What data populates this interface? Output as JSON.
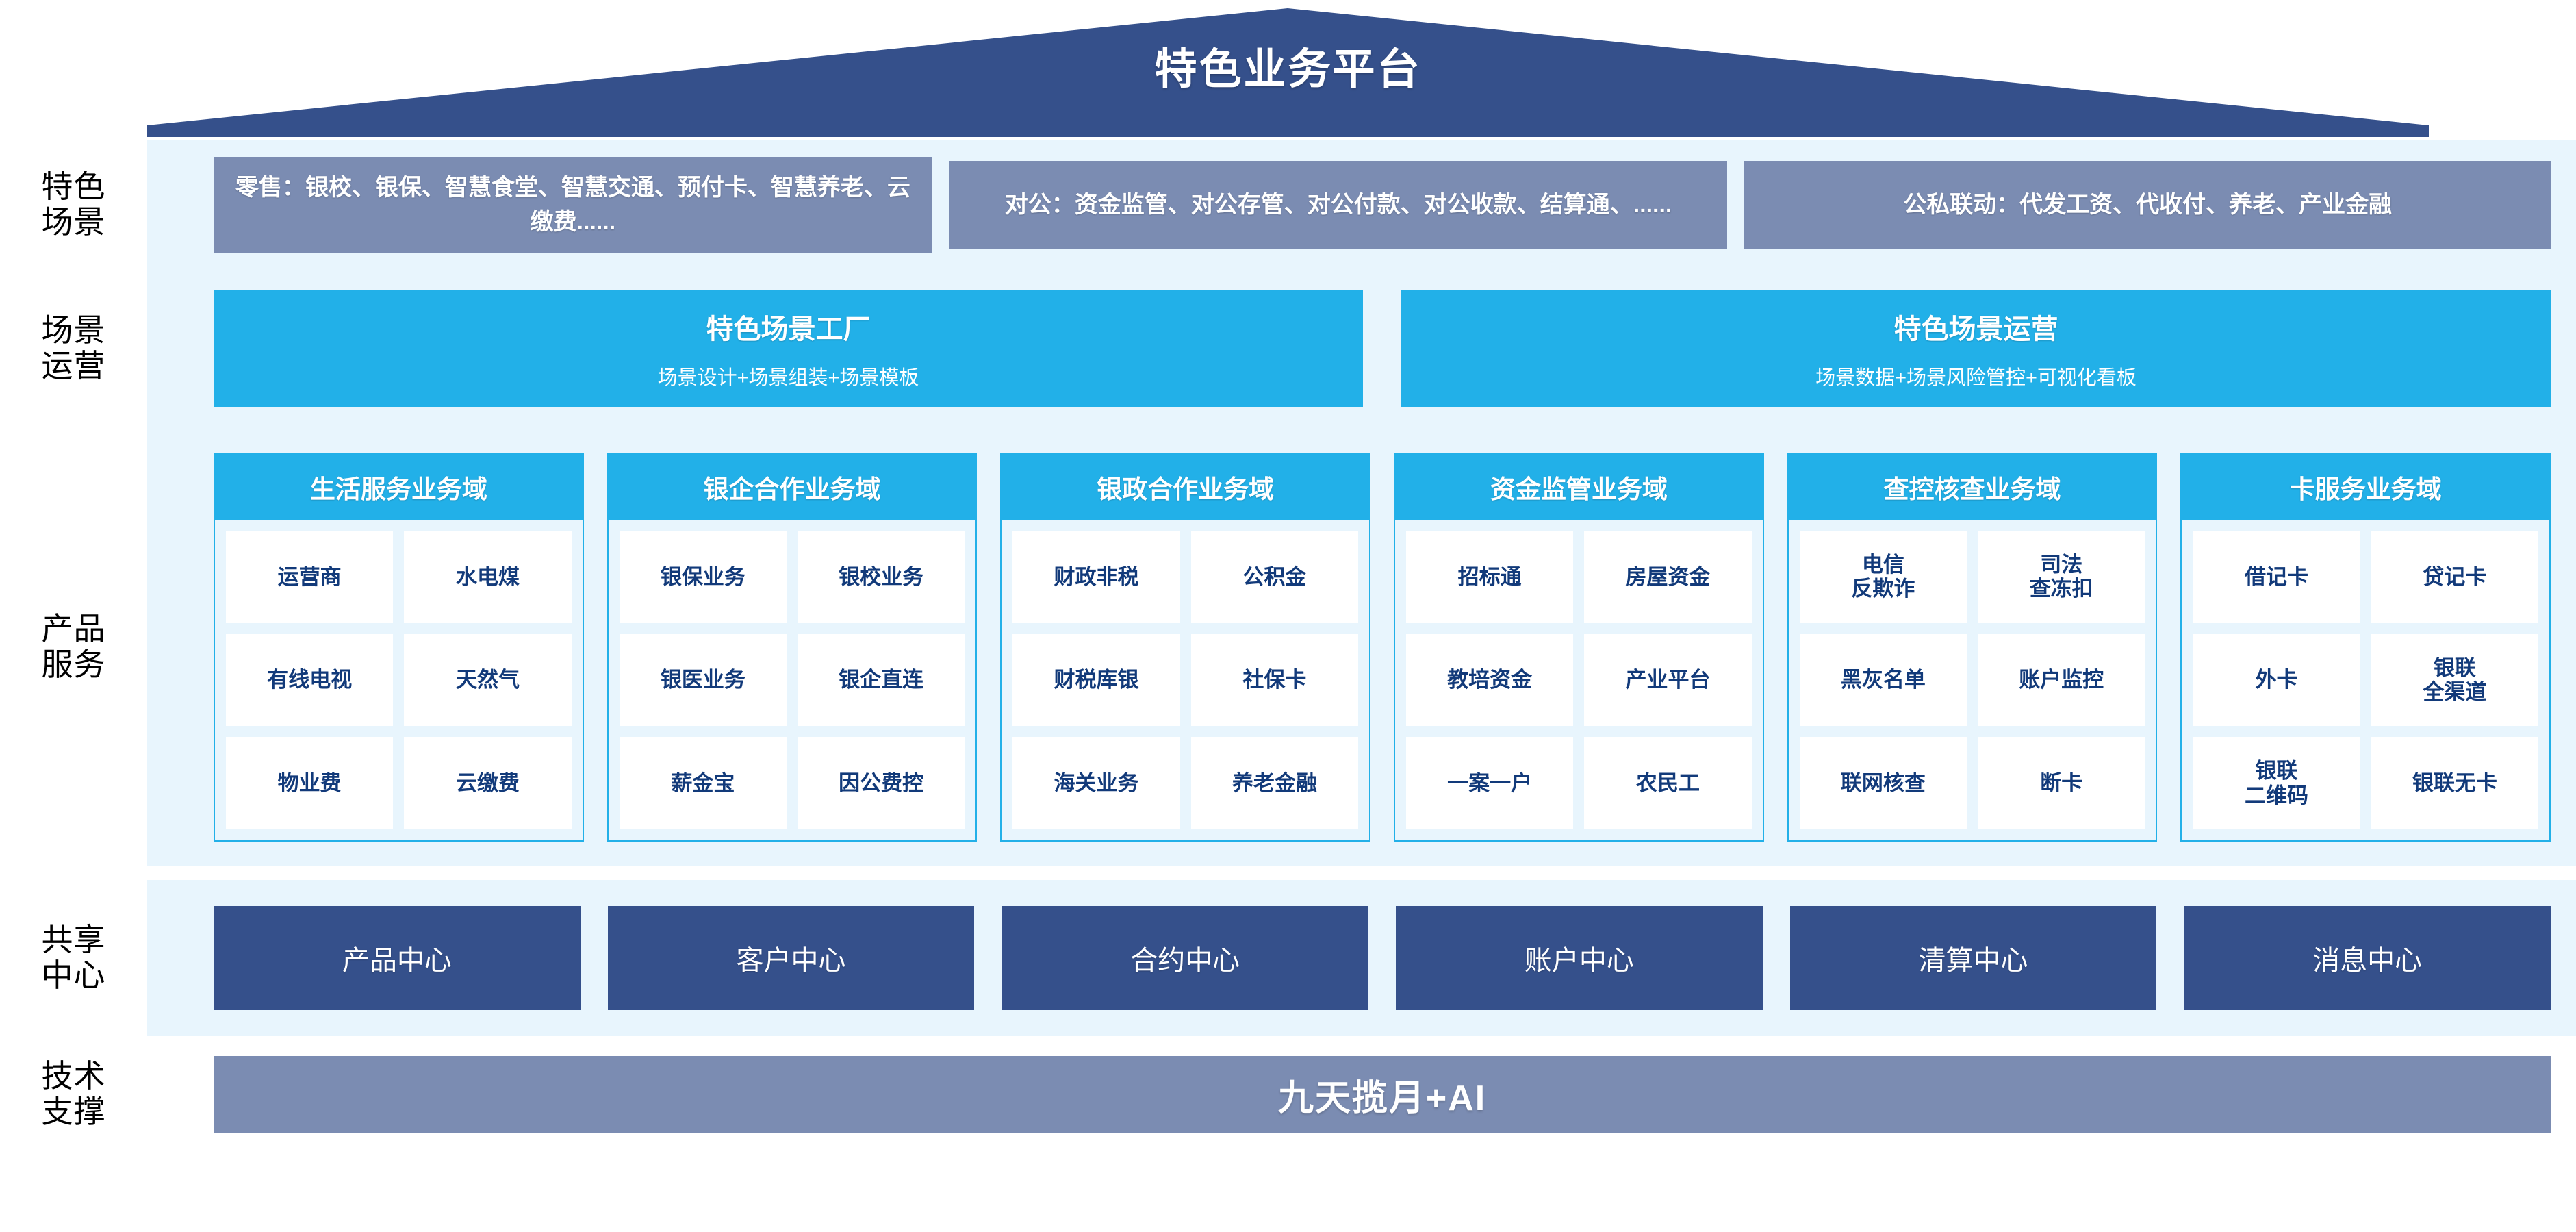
{
  "colors": {
    "roof_navy": "#35508b",
    "band_bg": "#e8f5fd",
    "scenario_box": "#7b8cb2",
    "cyan": "#22b0e8",
    "share_navy": "#35508b",
    "tech_bar": "#7b8cb2",
    "product_text": "#123a7a"
  },
  "roof": {
    "title": "特色业务平台"
  },
  "rows": {
    "scenario": {
      "label": "特色\n场景",
      "boxes": [
        "零售：银校、银保、智慧食堂、智慧交通、预付卡、智慧养老、云缴费......",
        "对公：资金监管、对公存管、对公付款、对公收款、结算通、......",
        "公私联动：代发工资、代收付、养老、产业金融"
      ]
    },
    "operations": {
      "label": "场景\n运营",
      "boxes": [
        {
          "title": "特色场景工厂",
          "sub": "场景设计+场景组装+场景模板"
        },
        {
          "title": "特色场景运营",
          "sub": "场景数据+场景风险管控+可视化看板"
        }
      ]
    },
    "products": {
      "label": "产品\n服务",
      "domains": [
        {
          "title": "生活服务业务域",
          "items": [
            "运营商",
            "水电煤",
            "有线电视",
            "天然气",
            "物业费",
            "云缴费"
          ]
        },
        {
          "title": "银企合作业务域",
          "items": [
            "银保业务",
            "银校业务",
            "银医业务",
            "银企直连",
            "薪金宝",
            "因公费控"
          ]
        },
        {
          "title": "银政合作业务域",
          "items": [
            "财政非税",
            "公积金",
            "财税库银",
            "社保卡",
            "海关业务",
            "养老金融"
          ]
        },
        {
          "title": "资金监管业务域",
          "items": [
            "招标通",
            "房屋资金",
            "教培资金",
            "产业平台",
            "一案一户",
            "农民工"
          ]
        },
        {
          "title": "查控核查业务域",
          "items": [
            "电信\n反欺诈",
            "司法\n查冻扣",
            "黑灰名单",
            "账户监控",
            "联网核查",
            "断卡"
          ]
        },
        {
          "title": "卡服务业务域",
          "items": [
            "借记卡",
            "贷记卡",
            "外卡",
            "银联\n全渠道",
            "银联\n二维码",
            "银联无卡"
          ]
        }
      ]
    },
    "shared": {
      "label": "共享\n中心",
      "boxes": [
        "产品中心",
        "客户中心",
        "合约中心",
        "账户中心",
        "清算中心",
        "消息中心"
      ]
    },
    "tech": {
      "label": "技术\n支撑",
      "bar": "九天揽月+AI"
    }
  }
}
